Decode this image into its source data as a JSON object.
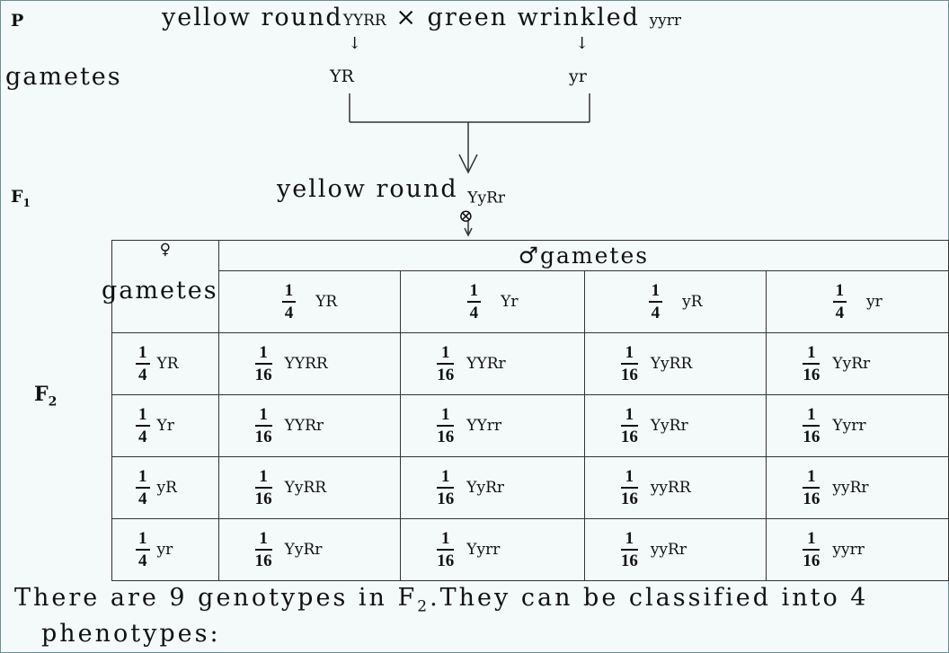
{
  "generation_labels": {
    "p": "P",
    "gametes": "gametes",
    "f1": "F",
    "f1_sub": "1",
    "f2": "F",
    "f2_sub": "2"
  },
  "parents": {
    "parent1_phenotype": "yellow round",
    "parent1_genotype": "YYRR",
    "cross_symbol": "×",
    "parent2_phenotype": "green wrinkled",
    "parent2_genotype": "yyrr"
  },
  "arrows": {
    "down_small": "↓",
    "self_cross": "⊗"
  },
  "parent_gametes": {
    "left": "YR",
    "right": "yr"
  },
  "f1": {
    "phenotype": "yellow round",
    "genotype": "YyRr"
  },
  "punnett": {
    "female_symbol": "♀",
    "female_label": "gametes",
    "male_header": "♂gametes",
    "fraction_num": "1",
    "fraction_den_gamete": "4",
    "fraction_den_zygote": "16",
    "male_gametes": [
      "YR",
      "Yr",
      "yR",
      "yr"
    ],
    "female_gametes": [
      "YR",
      "Yr",
      "yR",
      "yr"
    ],
    "genotypes": [
      [
        "YYRR",
        "YYRr",
        "YyRR",
        "YyRr"
      ],
      [
        "YYRr",
        "YYrr",
        "YyRr",
        "Yyrr"
      ],
      [
        "YyRR",
        "YyRr",
        "yyRR",
        "yyRr"
      ],
      [
        "YyRr",
        "Yyrr",
        "yyRr",
        "yyrr"
      ]
    ]
  },
  "footer": {
    "line1_a": "There are 9 genotypes in F",
    "line1_sub": "2",
    "line1_b": ".They can be classified into 4",
    "line2": "phenotypes:"
  },
  "colors": {
    "background": "#f4f9fa",
    "lines": "#333333",
    "frame": "#6b8f94"
  }
}
